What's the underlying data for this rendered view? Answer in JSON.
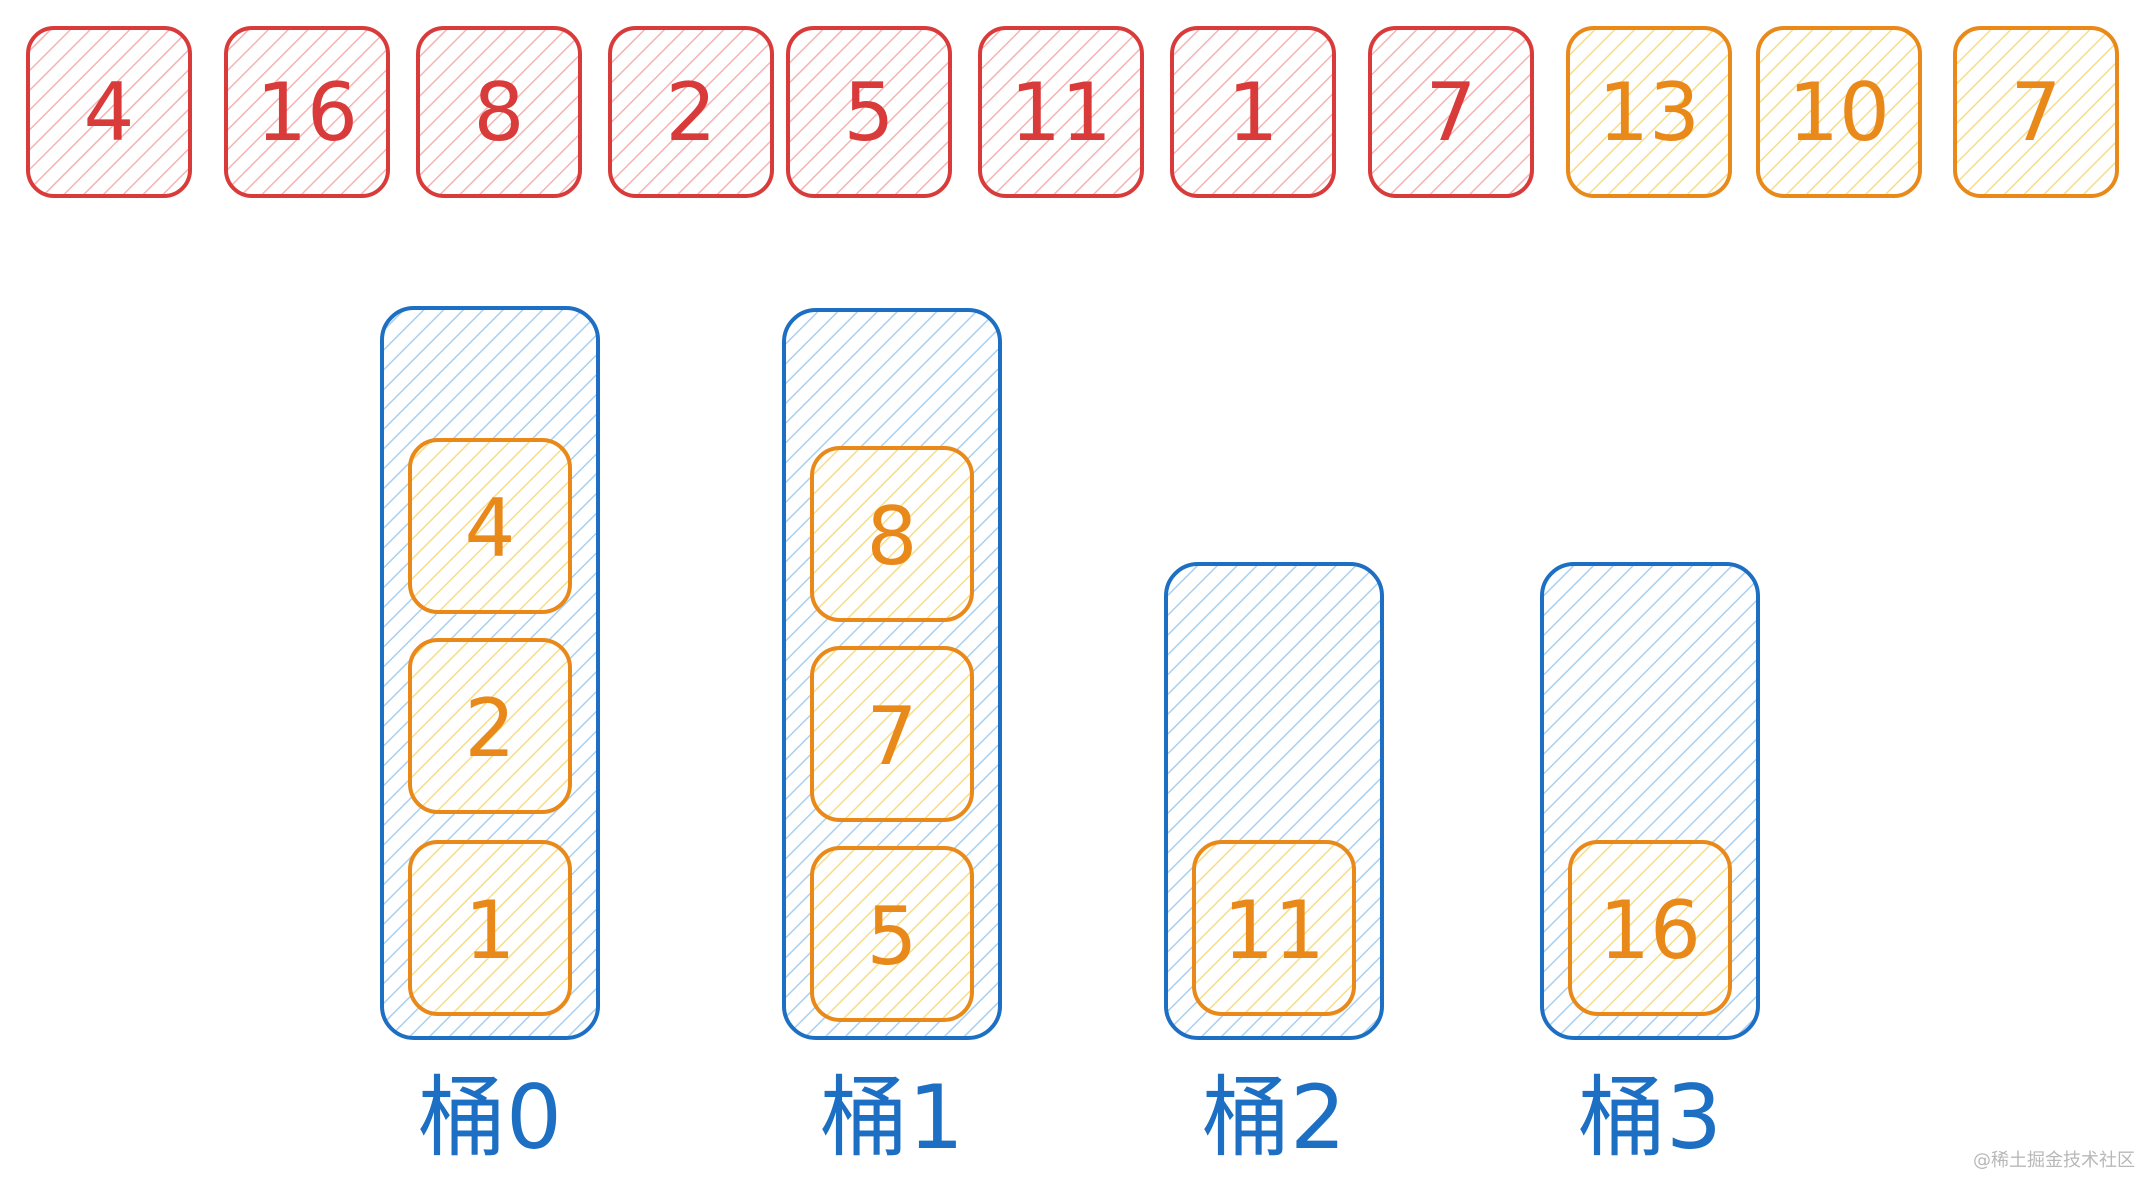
{
  "array": {
    "red_values": [
      "4",
      "16",
      "8",
      "2",
      "5",
      "11",
      "1",
      "7"
    ],
    "orange_values": [
      "13",
      "10",
      "7"
    ]
  },
  "buckets": [
    {
      "label": "桶0",
      "items": [
        "4",
        "2",
        "1"
      ]
    },
    {
      "label": "桶1",
      "items": [
        "8",
        "7",
        "5"
      ]
    },
    {
      "label": "桶2",
      "items": [
        "11"
      ]
    },
    {
      "label": "桶3",
      "items": [
        "16"
      ]
    }
  ],
  "watermark": "@稀土掘金技术社区",
  "colors": {
    "red_stroke": "#d93a3a",
    "red_fill": "#f7c6c6",
    "orange_stroke": "#e8891a",
    "orange_fill": "#fbe7a6",
    "blue_stroke": "#1c6fc2",
    "blue_fill": "#b9daf4",
    "text_red": "#d93a3a",
    "text_orange": "#e8891a",
    "text_blue": "#1c6fc2"
  }
}
